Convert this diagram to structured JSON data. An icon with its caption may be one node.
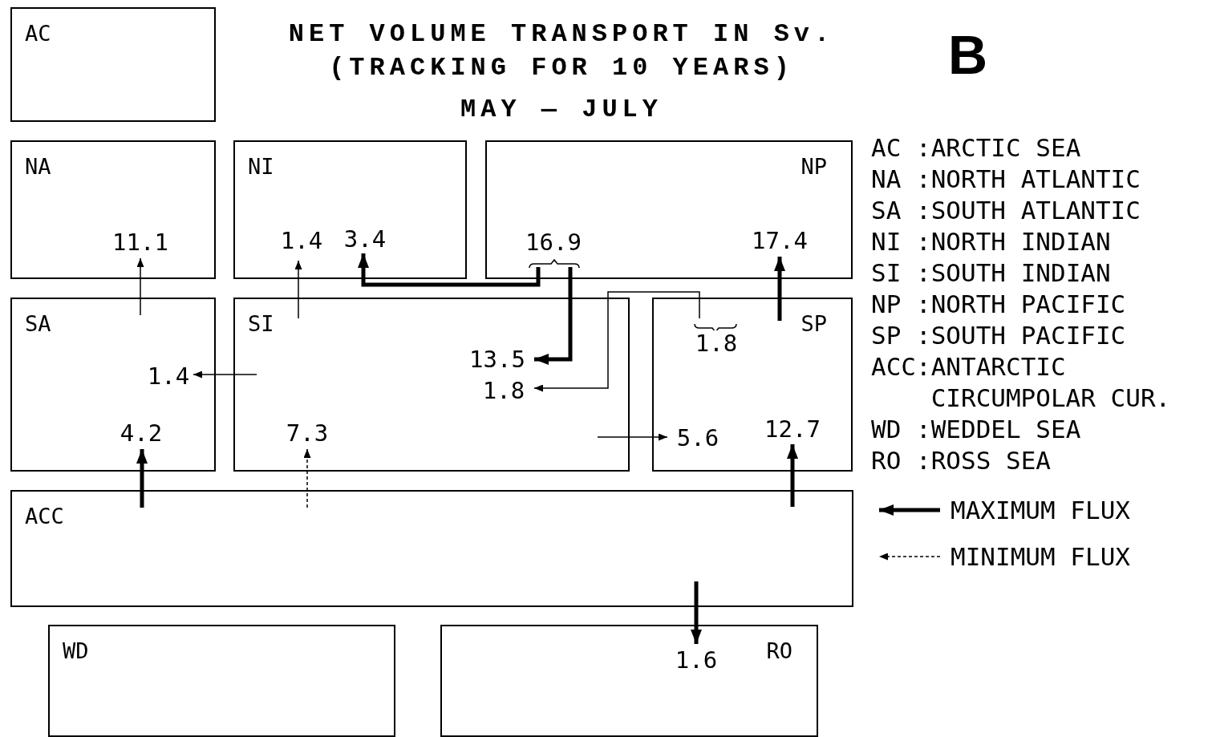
{
  "diagram": {
    "title": "NET VOLUME TRANSPORT IN Sv. (TRACKING FOR 10 YEARS)",
    "nodes": [
      {
        "text": [
          "AC"
        ]
      },
      {
        "text": [
          "NA"
        ]
      },
      {
        "text": [
          "NI"
        ]
      },
      {
        "text": [
          "NP"
        ]
      },
      {
        "text": [
          "SA"
        ]
      },
      {
        "text": [
          "SI"
        ]
      },
      {
        "text": [
          "SP"
        ]
      },
      {
        "text": [
          "ACC"
        ]
      },
      {
        "text": [
          "WD"
        ]
      },
      {
        "text": [
          "RO"
        ]
      }
    ],
    "edges": [
      {
        "from": 4,
        "to": 1,
        "arrow": "to",
        "label": "11.1"
      },
      {
        "from": 5,
        "to": 2,
        "arrow": "to",
        "label": "1.4"
      },
      {
        "from": 3,
        "to": 2,
        "arrow": "to",
        "label": "3.4",
        "style": "thick"
      },
      {
        "from": 3,
        "to": 5,
        "arrow": "to",
        "label": "13.5",
        "style": "thick"
      },
      {
        "from": 6,
        "to": 5,
        "arrow": "to",
        "label": "1.8"
      },
      {
        "from": 5,
        "to": 4,
        "arrow": "to",
        "label": "1.4"
      },
      {
        "from": 5,
        "to": 6,
        "arrow": "to",
        "label": "5.6"
      },
      {
        "from": 6,
        "to": 3,
        "arrow": "to",
        "label": "17.4",
        "style": "thick"
      },
      {
        "from": 7,
        "to": 4,
        "arrow": "to",
        "label": "4.2",
        "style": "thick"
      },
      {
        "from": 7,
        "to": 5,
        "arrow": "to",
        "label": "7.3",
        "style": "dashed"
      },
      {
        "from": 7,
        "to": 6,
        "arrow": "to",
        "label": "12.7",
        "style": "thick"
      },
      {
        "from": 7,
        "to": 9,
        "arrow": "to",
        "label": "1.6",
        "style": "thick"
      }
    ],
    "labels": [
      "B",
      "MAY — JULY",
      "AC :ARCTIC SEA",
      "NA :NORTH ATLANTIC",
      "SA :SOUTH ATLANTIC",
      "NI :NORTH INDIAN",
      "SI :SOUTH INDIAN",
      "NP :NORTH PACIFIC",
      "SP :SOUTH PACIFIC",
      "ACC:ANTARCTIC CIRCUMPOLAR CUR.",
      "WD :WEDDEL SEA",
      "RO :ROSS SEA",
      "16.9",
      "1.8"
    ],
    "legend": [
      {
        "text": "MAXIMUM FLUX"
      },
      {
        "text": "MINIMUM FLUX"
      }
    ]
  }
}
